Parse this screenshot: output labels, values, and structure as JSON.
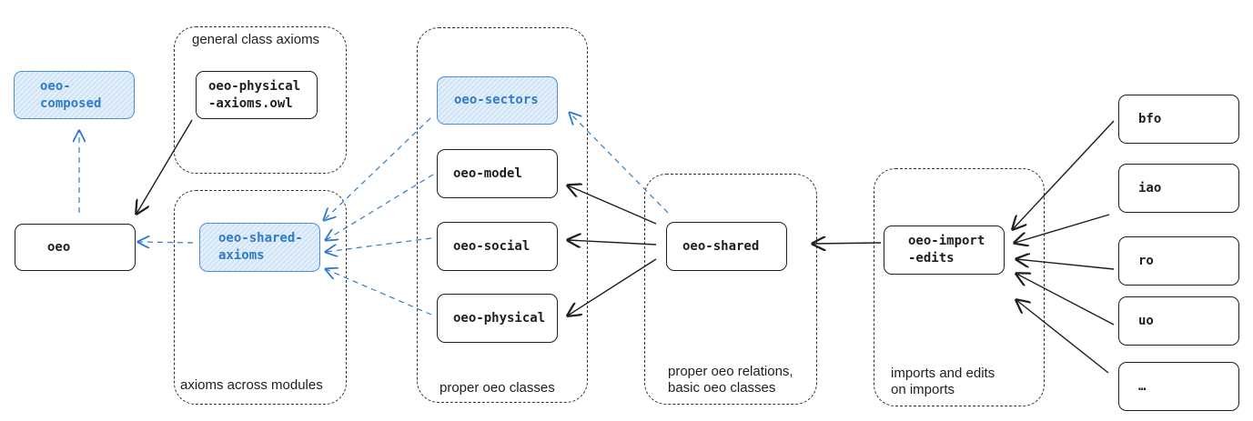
{
  "groups": {
    "general": "general class axioms",
    "across": "axioms across modules",
    "proper_classes": "proper oeo classes",
    "relations": "proper oeo relations,\nbasic oeo classes",
    "imports": "imports and edits\non imports"
  },
  "nodes": {
    "oeo_composed": "oeo-\ncomposed",
    "oeo": "oeo",
    "oeo_physical_axioms": "oeo-physical\n-axioms.owl",
    "oeo_shared_axioms": "oeo-shared-\naxioms",
    "oeo_sectors": "oeo-sectors",
    "oeo_model": "oeo-model",
    "oeo_social": "oeo-social",
    "oeo_physical": "oeo-physical",
    "oeo_shared": "oeo-shared",
    "oeo_import_edits": "oeo-import\n-edits",
    "bfo": "bfo",
    "iao": "iao",
    "ro": "ro",
    "uo": "uo",
    "more": "…"
  },
  "colors": {
    "accent": "#2f7bc9",
    "dark": "#1e1e1e"
  }
}
